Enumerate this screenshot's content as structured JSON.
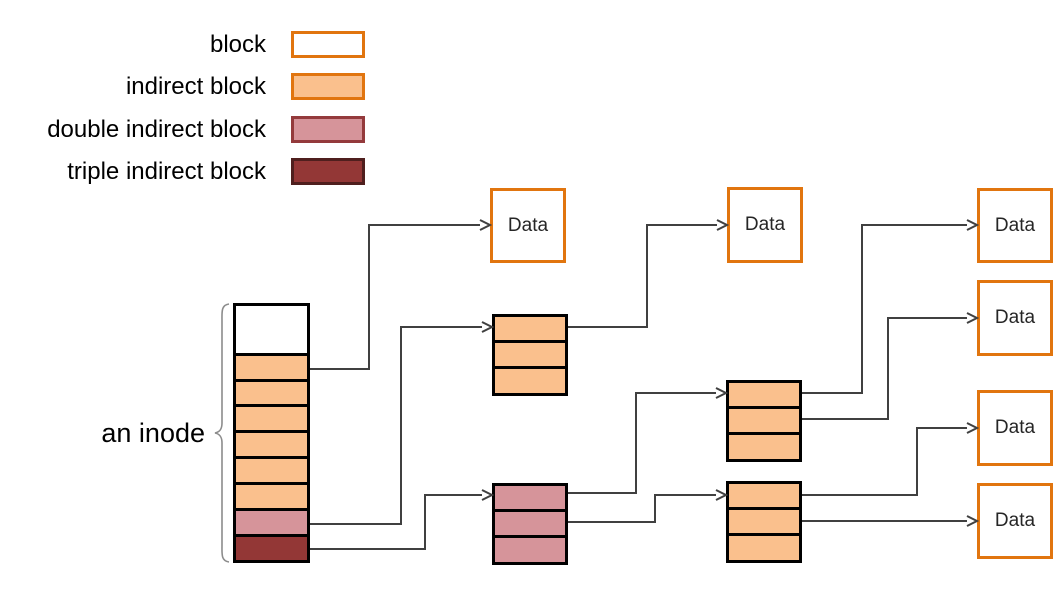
{
  "legend": {
    "items": [
      {
        "label": "block"
      },
      {
        "label": "indirect block"
      },
      {
        "label": "double indirect block"
      },
      {
        "label": "triple indirect block"
      }
    ]
  },
  "inode": {
    "label": "an inode"
  },
  "data_boxes": [
    {
      "label": "Data"
    },
    {
      "label": "Data"
    },
    {
      "label": "Data"
    },
    {
      "label": "Data"
    },
    {
      "label": "Data"
    },
    {
      "label": "Data"
    }
  ],
  "colors": {
    "orange": "#E1750F",
    "orange_fill": "#FAC08D",
    "maroon": "#943A3C",
    "pink_fill": "#D6949A",
    "dark_fill": "#933736",
    "dark_border": "#4F1F1E",
    "line": "#404040",
    "text": "#000000",
    "data_text": "#262626",
    "brace": "#8C8C8C"
  }
}
